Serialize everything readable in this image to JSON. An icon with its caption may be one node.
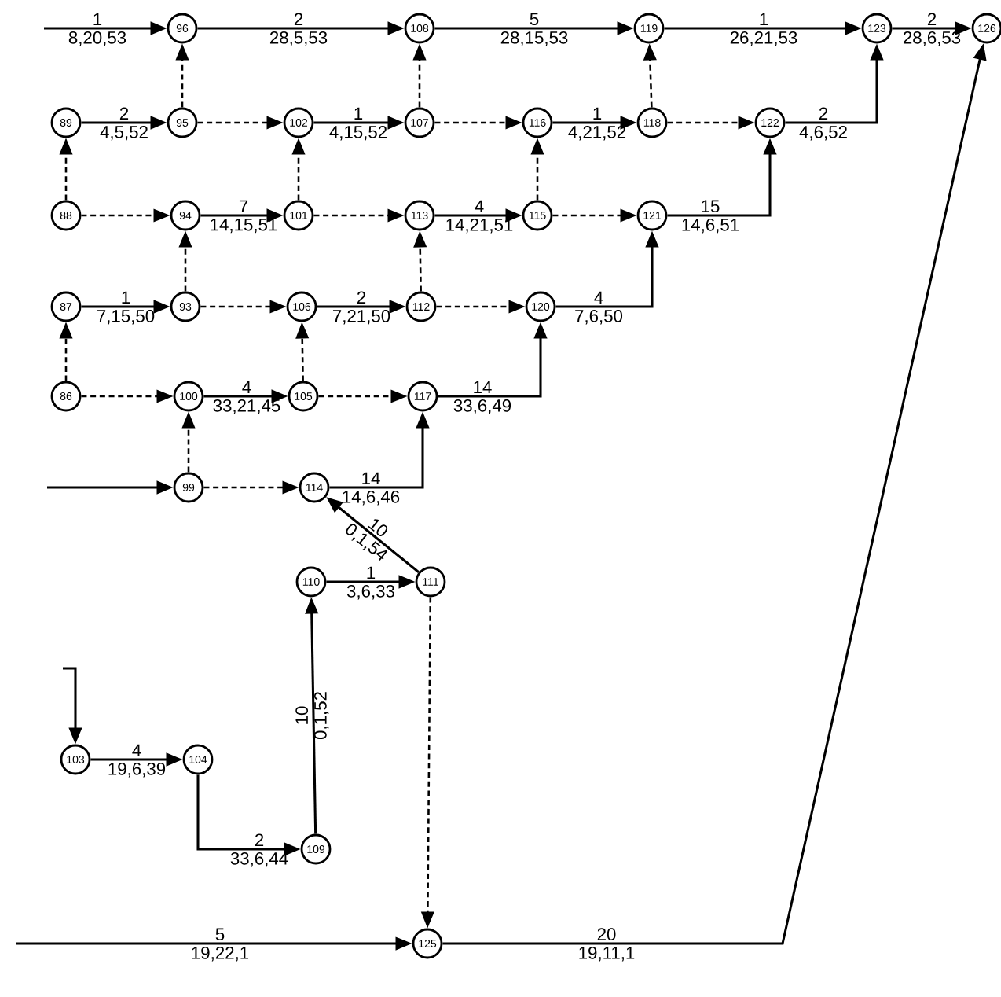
{
  "diagram": {
    "nodes": [
      {
        "text": [
          "96"
        ]
      },
      {
        "text": [
          "108"
        ]
      },
      {
        "text": [
          "119"
        ]
      },
      {
        "text": [
          "123"
        ]
      },
      {
        "text": [
          "126"
        ]
      },
      {
        "text": [
          "89"
        ]
      },
      {
        "text": [
          "95"
        ]
      },
      {
        "text": [
          "102"
        ]
      },
      {
        "text": [
          "107"
        ]
      },
      {
        "text": [
          "116"
        ]
      },
      {
        "text": [
          "118"
        ]
      },
      {
        "text": [
          "122"
        ]
      },
      {
        "text": [
          "88"
        ]
      },
      {
        "text": [
          "94"
        ]
      },
      {
        "text": [
          "101"
        ]
      },
      {
        "text": [
          "113"
        ]
      },
      {
        "text": [
          "115"
        ]
      },
      {
        "text": [
          "121"
        ]
      },
      {
        "text": [
          "87"
        ]
      },
      {
        "text": [
          "93"
        ]
      },
      {
        "text": [
          "106"
        ]
      },
      {
        "text": [
          "112"
        ]
      },
      {
        "text": [
          "120"
        ]
      },
      {
        "text": [
          "86"
        ]
      },
      {
        "text": [
          "100"
        ]
      },
      {
        "text": [
          "105"
        ]
      },
      {
        "text": [
          "117"
        ]
      },
      {
        "text": [
          "99"
        ]
      },
      {
        "text": [
          "114"
        ]
      },
      {
        "text": [
          "110"
        ]
      },
      {
        "text": [
          "111"
        ]
      },
      {
        "text": [
          "103"
        ]
      },
      {
        "text": [
          "104"
        ]
      },
      {
        "text": [
          "109"
        ]
      },
      {
        "text": [
          "125"
        ]
      }
    ],
    "edges": [
      {
        "from": null,
        "to": 0,
        "arrow": "to",
        "label": "1"
      },
      {
        "from": 0,
        "to": 1,
        "arrow": "to",
        "label": "2"
      },
      {
        "from": 1,
        "to": 2,
        "arrow": "to",
        "label": "5"
      },
      {
        "from": 2,
        "to": 3,
        "arrow": "to",
        "label": "1"
      },
      {
        "from": 3,
        "to": 4,
        "arrow": "to",
        "label": "2"
      },
      {
        "from": 6,
        "to": 0,
        "arrow": "to",
        "style": "dashed"
      },
      {
        "from": 5,
        "to": 6,
        "arrow": "to",
        "label": "2"
      },
      {
        "from": 6,
        "to": 7,
        "arrow": "to",
        "style": "dashed"
      },
      {
        "from": 7,
        "to": 8,
        "arrow": "to",
        "label": "1"
      },
      {
        "from": 8,
        "to": 1,
        "arrow": "to",
        "style": "dashed"
      },
      {
        "from": 8,
        "to": 9,
        "arrow": "to",
        "style": "dashed"
      },
      {
        "from": 9,
        "to": 10,
        "arrow": "to",
        "label": "1"
      },
      {
        "from": 10,
        "to": 2,
        "arrow": "to",
        "style": "dashed"
      },
      {
        "from": 10,
        "to": 11,
        "arrow": "to",
        "style": "dashed"
      },
      {
        "from": 11,
        "to": 3,
        "arrow": "to",
        "label": "2"
      },
      {
        "from": 12,
        "to": 5,
        "arrow": "to",
        "style": "dashed"
      },
      {
        "from": 12,
        "to": 13,
        "arrow": "to",
        "style": "dashed"
      },
      {
        "from": 13,
        "to": 14,
        "arrow": "to",
        "label": "7"
      },
      {
        "from": 14,
        "to": 7,
        "arrow": "to",
        "style": "dashed"
      },
      {
        "from": 14,
        "to": 15,
        "arrow": "to",
        "style": "dashed"
      },
      {
        "from": 15,
        "to": 16,
        "arrow": "to",
        "label": "4"
      },
      {
        "from": 16,
        "to": 9,
        "arrow": "to",
        "style": "dashed"
      },
      {
        "from": 16,
        "to": 17,
        "arrow": "to",
        "style": "dashed"
      },
      {
        "from": 17,
        "to": 11,
        "arrow": "to",
        "label": "15"
      },
      {
        "from": 19,
        "to": 13,
        "arrow": "to",
        "style": "dashed"
      },
      {
        "from": 18,
        "to": 19,
        "arrow": "to",
        "label": "1"
      },
      {
        "from": 19,
        "to": 20,
        "arrow": "to",
        "style": "dashed"
      },
      {
        "from": 20,
        "to": 21,
        "arrow": "to",
        "label": "2"
      },
      {
        "from": 21,
        "to": 15,
        "arrow": "to",
        "style": "dashed"
      },
      {
        "from": 21,
        "to": 22,
        "arrow": "to",
        "style": "dashed"
      },
      {
        "from": 22,
        "to": 17,
        "arrow": "to",
        "label": "4"
      },
      {
        "from": 23,
        "to": 18,
        "arrow": "to",
        "style": "dashed"
      },
      {
        "from": 23,
        "to": 24,
        "arrow": "to",
        "style": "dashed"
      },
      {
        "from": 24,
        "to": 25,
        "arrow": "to",
        "label": "4"
      },
      {
        "from": 25,
        "to": 20,
        "arrow": "to",
        "style": "dashed"
      },
      {
        "from": 25,
        "to": 26,
        "arrow": "to",
        "style": "dashed"
      },
      {
        "from": 26,
        "to": 22,
        "arrow": "to",
        "label": "14"
      },
      {
        "from": 27,
        "to": 24,
        "arrow": "to",
        "style": "dashed"
      },
      {
        "from": null,
        "to": 27,
        "arrow": "to"
      },
      {
        "from": 27,
        "to": 28,
        "arrow": "to",
        "style": "dashed"
      },
      {
        "from": 28,
        "to": 26,
        "arrow": "to",
        "label": "14"
      },
      {
        "from": 30,
        "to": 28,
        "arrow": "to",
        "label": "10"
      },
      {
        "from": 29,
        "to": 30,
        "arrow": "to",
        "label": "1"
      },
      {
        "from": 33,
        "to": 29,
        "arrow": "to",
        "label": "10"
      },
      {
        "from": null,
        "to": 31,
        "arrow": "to"
      },
      {
        "from": 31,
        "to": 32,
        "arrow": "to",
        "label": "4"
      },
      {
        "from": 32,
        "to": 33,
        "arrow": "to",
        "label": "2"
      },
      {
        "from": 30,
        "to": 34,
        "arrow": "to",
        "style": "dashed"
      },
      {
        "from": null,
        "to": 34,
        "arrow": "to",
        "label": "5"
      },
      {
        "from": 34,
        "to": 4,
        "arrow": "to",
        "label": "20"
      }
    ],
    "labels": [
      "8,20,53",
      "28,5,53",
      "28,15,53",
      "26,21,53",
      "28,6,53",
      "4,5,52",
      "4,15,52",
      "4,21,52",
      "4,6,52",
      "14,15,51",
      "14,21,51",
      "14,6,51",
      "7,15,50",
      "7,21,50",
      "7,6,50",
      "33,21,45",
      "33,6,49",
      "14,6,46",
      "0,1,54",
      "3,6,33",
      "0,1,52",
      "19,6,39",
      "33,6,44",
      "19,22,1",
      "19,11,1"
    ]
  }
}
